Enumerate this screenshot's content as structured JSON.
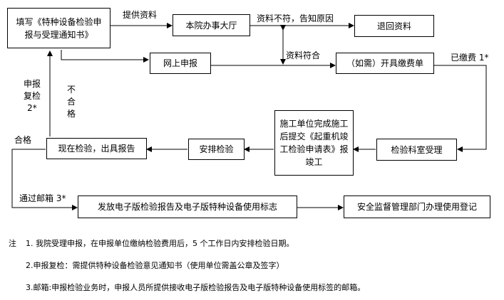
{
  "nodes": {
    "fill_form": "填写《特种设备检验申报与受理通知书》",
    "hall": "本院办事大厅",
    "return_docs": "退回资料",
    "online": "网上申报",
    "invoice": "（如需）开具缴费单",
    "lab_accept": "检验科室受理",
    "contractor": "施工单位完成施工后提交《起重机竣工检验申请表》报竣工",
    "arrange": "安排检验",
    "inspect": "现在检验，出具报告",
    "issue": "发放电子版检验报告及电子版特种设备使用标志",
    "register": "安全监督管理部门办理使用登记"
  },
  "edges": {
    "provide_docs": "提供资料",
    "docs_fail": "资料不符，告知原因",
    "docs_ok": "资料符合",
    "paid": "已缴费 1*",
    "recheck_1": "申报",
    "recheck_2": "复检",
    "recheck_3": "2*",
    "fail_1": "不",
    "fail_2": "合",
    "fail_3": "格",
    "pass": "合格",
    "mail": "通过邮箱 3*"
  },
  "notes": {
    "prefix": "注",
    "n1": "1.  我院受理申报，在申报单位缴纳检验费用后，5 个工作日内安排检验日期。",
    "n2": "2.申报复检：需提供特种设备检验意见通知书（使用单位需盖公章及签字）",
    "n3": "3.邮箱:申报检验业务时，申报人员所提供接收电子版检验报告及电子版特种设备使用标签的邮箱。"
  }
}
